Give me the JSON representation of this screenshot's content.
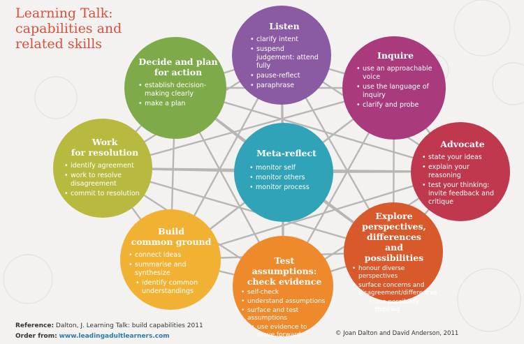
{
  "title": {
    "line1": "Learning Talk:",
    "line2": "capabilities and",
    "line3": "related skills"
  },
  "circles": {
    "listen": {
      "title1": "Listen",
      "title2": "",
      "color": "#8a5aa3",
      "items": [
        "clarify intent",
        "suspend judgement: attend fully",
        "pause-reflect",
        "paraphrase"
      ]
    },
    "inquire": {
      "title1": "Inquire",
      "title2": "",
      "color": "#a93a7c",
      "items": [
        "use an approachable voice",
        "use the language of inquiry",
        "clarify and probe"
      ]
    },
    "advocate": {
      "title1": "Advocate",
      "title2": "",
      "color": "#c0384e",
      "items": [
        "state your ideas",
        "explain your reasoning",
        "test your thinking: invite feedback and critique"
      ]
    },
    "explore": {
      "title1": "Explore",
      "title2": "perspectives, differences and possibilities",
      "color": "#d85a2c",
      "items": [
        "honour diverse perspectives",
        "surface concerns and disagreement/differences",
        "use possibility thinking"
      ]
    },
    "test": {
      "title1": "Test assumptions:",
      "title2": "check evidence",
      "color": "#ee8a2c",
      "items": [
        "self-check",
        "understand assumptions",
        "surface and test assumptions",
        "use evidence to move forward"
      ]
    },
    "build": {
      "title1": "Build",
      "title2": "common ground",
      "color": "#f1b233",
      "items": [
        "connect ideas",
        "summarise and synthesize",
        "identify common understandings"
      ]
    },
    "work": {
      "title1": "Work",
      "title2": "for resolution",
      "color": "#b8b93f",
      "items": [
        "identify agreement",
        "work to resolve disagreement",
        "commit to resolution"
      ]
    },
    "decide": {
      "title1": "Decide and plan",
      "title2": "for action",
      "color": "#7eaa49",
      "items": [
        "establish decision-making clearly",
        "make a plan"
      ]
    },
    "meta": {
      "title1": "Meta-reflect",
      "title2": "",
      "color": "#31a3b8",
      "items": [
        "monitor self",
        "monitor others",
        "monitor process"
      ]
    }
  },
  "footer": {
    "reference_label": "Reference:",
    "reference_text": "Dalton, J. Learning Talk: build capabilities 2011",
    "order_label": "Order from:",
    "order_link": "www.leadingadultlearners.com",
    "copyright": "© Joan Dalton and David Anderson, 2011"
  }
}
